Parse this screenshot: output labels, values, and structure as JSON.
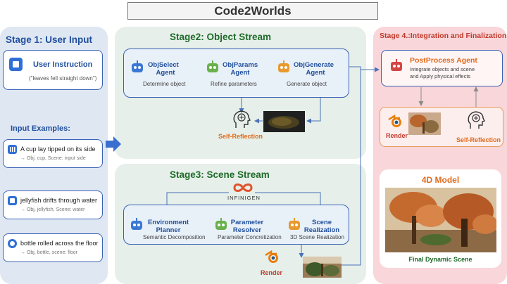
{
  "title": "Code2Worlds",
  "stage1": {
    "title": "Stage 1: User Input",
    "user_instruction": {
      "label": "User Instruction",
      "quote": "(\"leaves fell straight down\")"
    },
    "examples_title": "Input Examples:",
    "examples": [
      {
        "text": "A cup lay tipped on its side",
        "meta": "→ Obj. cup, Scene: input side"
      },
      {
        "text": "jellyfish drifts through water",
        "meta": "→ Obj, jellyfish, Scene: water"
      },
      {
        "text": "bottle rolled across the floor",
        "meta": "→ Obj, bottle, scene: floor"
      }
    ]
  },
  "stage2": {
    "title": "Stage2: Object Stream",
    "agents": [
      {
        "name1": "ObjSelect",
        "name2": "Agent",
        "sub": "Determine object"
      },
      {
        "name1": "ObjParams",
        "name2": "Agent",
        "sub": "Refine parameters"
      },
      {
        "name1": "ObjGenerate",
        "name2": "Agent",
        "sub": "Generate object"
      }
    ],
    "self_reflection": "Self-Reflection"
  },
  "stage3": {
    "title": "Stage3: Scene Stream",
    "logo_text": "INFINIGEN",
    "agents": [
      {
        "name1": "Environment",
        "name2": "Planner",
        "sub": "Semantic Decomposition"
      },
      {
        "name1": "Parameter",
        "name2": "Resolver",
        "sub": "Parameter Concretization"
      },
      {
        "name1": "Scene",
        "name2": "Realization",
        "sub": "3D Scene Realization"
      }
    ],
    "render": "Render"
  },
  "stage4": {
    "title": "Stage 4.:Integration and Finalization",
    "postprocess": {
      "title": "PostProcess Agent",
      "line1": "Integrate objects and scene",
      "line2": "and Apply physical effects"
    },
    "render": "Render",
    "self_reflection": "Self-Reflection",
    "model_title": "4D Model",
    "final_caption": "Final Dynamic Scene"
  },
  "colors": {
    "blue": "#1f4e9c",
    "green": "#1f6b2a",
    "red": "#c0392b",
    "orange": "#e06a1b"
  }
}
